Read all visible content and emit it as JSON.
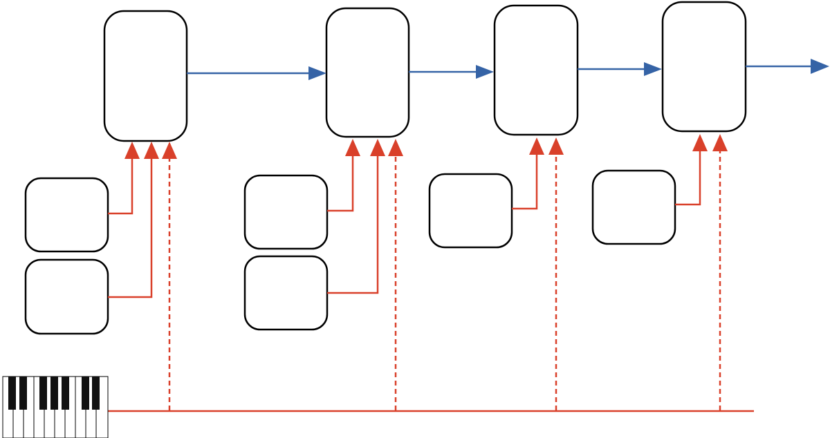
{
  "colors": {
    "flow_arrow": "#3563a6",
    "input_arrow": "#d9402a",
    "box_stroke": "#000000",
    "background": "#ffffff"
  },
  "diagram": {
    "stages": 4,
    "inputs_per_stage": [
      2,
      2,
      1,
      1
    ],
    "icons": [
      "piano-keyboard-icon"
    ],
    "labels": []
  }
}
